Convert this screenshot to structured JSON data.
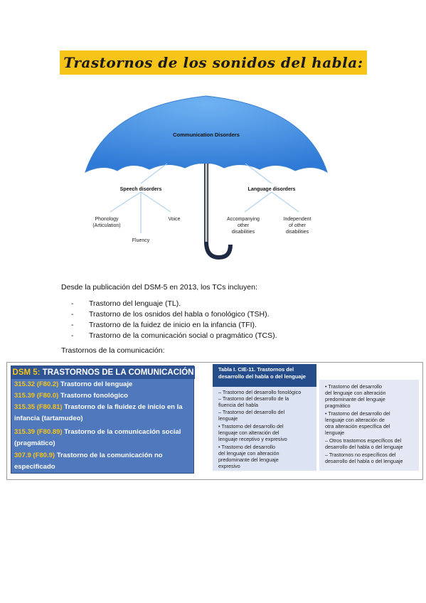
{
  "title": "Trastornos de los sonidos del habla:",
  "diagram": {
    "root": "Communication Disorders",
    "speech": "Speech disorders",
    "speech_children": [
      "Phonology",
      "(Articulation)",
      "Fluency",
      "Voice"
    ],
    "language": "Language disorders",
    "language_children": [
      "Accompanying",
      "other",
      "disabilities",
      "Independent",
      "of other",
      "disabilities"
    ]
  },
  "intro": "Desde la publicación del DSM-5 en 2013, los TCs incluyen:",
  "bullets": [
    "Trastorno del lenguaje (TL).",
    "Trastorno de los osnidos del habla o fonológico (TSH).",
    "Trastorno de la fuidez de inicio en la infancia (TFI).",
    "Trastorno de la comunicación social o pragmático (TCS)."
  ],
  "bullet_dash": "-",
  "section_label": "Trastornos de la comunicación:",
  "dsm": {
    "title_accent": "DSM 5:",
    "title_rest": "TRASTORNOS DE LA COMUNICACIÓN",
    "lines": [
      {
        "code": "315.32 (F80.2)",
        "text": "Trastorno del lenguaje"
      },
      {
        "code": "315.39 (F80.0)",
        "text": "Trastorno fonológico"
      },
      {
        "code": "315.35 (F80.81)",
        "text": "Trastorno de la fluidez de inicio en la"
      },
      {
        "code": "",
        "text": "infancia (tartamudeo)"
      },
      {
        "code": "315.39 (F80.89)",
        "text": "Trastorno de la comunicación social"
      },
      {
        "code": "",
        "text": "(pragmático)"
      },
      {
        "code": "307.9 (F80.9)",
        "text": "Trastorno de la comunicación no"
      },
      {
        "code": "",
        "text": "especificado"
      }
    ]
  },
  "cie": {
    "header": [
      "Tabla I.  CIE-11. Trastornos del",
      "desarrollo del habla o del lenguaje"
    ],
    "left": [
      "– Trastorno del desarrollo fonológico",
      "– Trastorno del desarrollo de la",
      "   fluencia del habla",
      "– Trastorno del desarrollo del",
      "   lenguaje",
      "  • Trastorno del desarrollo del",
      "    lenguaje con alteración del",
      "    lenguaje receptivo y expresivo",
      "  • Trastorno del desarrollo",
      "    del lenguaje con alteración",
      "    predominante del lenguaje",
      "    expresivo"
    ],
    "right": [
      "  • Trastorno del desarrollo",
      "    del lenguaje con alteración",
      "    predominante del lenguaje",
      "    pragmático",
      "  • Trastorno del desarrollo del",
      "    lenguaje con alteración de",
      "    otra alteración específica del",
      "    lenguaje",
      "– Otros trastornos específicos del",
      "   desarrollo del habla o del lenguaje",
      "– Trastornos no específicos del",
      "   desarrollo del habla o del lenguaje"
    ]
  },
  "colors": {
    "banner": "#f7c41a",
    "umbrella": "#4a90e2",
    "dsm_bg": "#4f78bd",
    "cie_head": "#254d8c"
  }
}
